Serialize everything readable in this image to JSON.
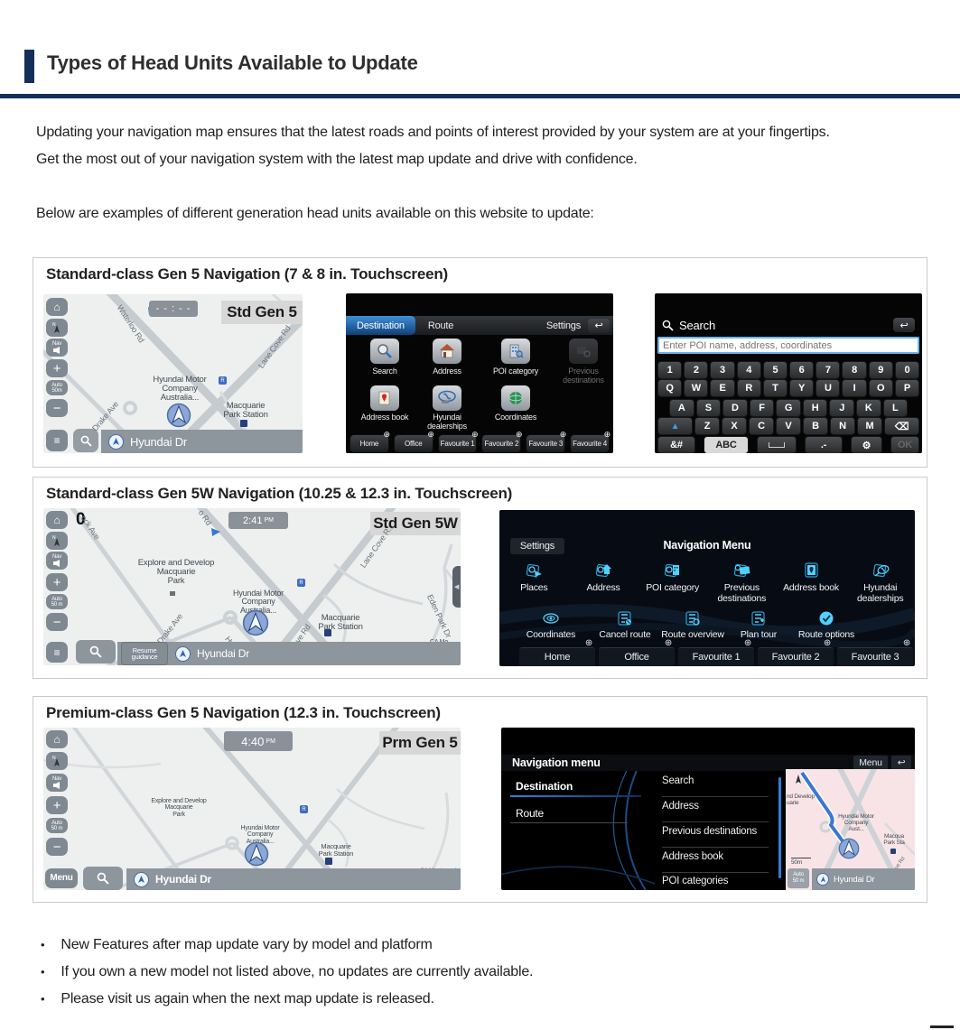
{
  "header": {
    "title": "Types of Head Units Available to Update"
  },
  "intro": {
    "line1": "Updating your navigation map ensures that the latest roads and points of interest provided by your system are at your fingertips.",
    "line2": "Get the most out of your navigation system with the latest map update and drive with confidence.",
    "line3": "Below are examples of different generation head units available on this website to update:"
  },
  "bullets": [
    "New Features after map update vary by model and platform",
    "If you own a new model not listed above, no updates are currently available.",
    "Please visit us again when the next map update is released."
  ],
  "colors": {
    "navy": "#14305a",
    "badge_bg": "#d7d7d7",
    "map_bar": "#8d959d",
    "active_tab_blue": "#1f6cb5",
    "gen5w_icon_cyan": "#3fc9f5",
    "mini_map_pink": "#f8e4e6"
  },
  "s1": {
    "title": "Standard-class Gen 5 Navigation (7 & 8 in. Touchscreen)",
    "map": {
      "time": "- - : - -",
      "badge": "Std Gen 5",
      "nav": "Nav",
      "auto": "Auto\n50m",
      "road_waterloo": "Waterloo Rd",
      "road_lanecove": "Lane Cove Rd",
      "road_drake": "Drake Ave",
      "poi_hyundai": "Hyundai Motor\nCompany\nAustralia...",
      "poi_station": "Macquarie\nPark Station",
      "rail_badge": "R",
      "bottom": "Hyundai Dr"
    },
    "menu": {
      "tab_destination": "Destination",
      "tab_route": "Route",
      "settings": "Settings",
      "item_search": "Search",
      "item_address": "Address",
      "item_poi": "POI category",
      "item_previous": "Previous\ndestinations",
      "item_addressbook": "Address book",
      "item_dealerships": "Hyundai\ndealerships",
      "item_coordinates": "Coordinates",
      "favorites": [
        "Home",
        "Office",
        "Favourite 1",
        "Favourite 2",
        "Favourite 3",
        "Favourite 4"
      ]
    },
    "search": {
      "title": "Search",
      "placeholder": "Enter POI name, address, coordinates",
      "keys_row1": [
        "1",
        "2",
        "3",
        "4",
        "5",
        "6",
        "7",
        "8",
        "9",
        "0"
      ],
      "keys_row2": [
        "Q",
        "W",
        "E",
        "R",
        "T",
        "Y",
        "U",
        "I",
        "O",
        "P"
      ],
      "keys_row3": [
        "A",
        "S",
        "D",
        "F",
        "G",
        "H",
        "J",
        "K",
        "L"
      ],
      "keys_row4": [
        "Z",
        "X",
        "C",
        "V",
        "B",
        "N",
        "M"
      ],
      "key_sym": "&#",
      "key_abc": "ABC",
      "key_dot": ".-",
      "key_ok": "OK"
    }
  },
  "s2": {
    "title": "Standard-class Gen 5W Navigation (10.25 & 12.3 in. Touchscreen)",
    "map": {
      "zoom_level": "0",
      "time": "2:41",
      "ampm": "PM",
      "badge": "Std Gen 5W",
      "nav": "Nav",
      "auto": "Auto\n50 m",
      "resume": "Resume\nguidance",
      "bottom": "Hyundai Dr",
      "road_mock": "ock Ave",
      "road_rd": "o Rd",
      "road_lanecove1": "Lane Cove R...",
      "road_lanecove2": "Lane Cove Rd",
      "road_drake": "Drake Ave",
      "road_hyundaidr": "Hyundai Dr",
      "road_eden": "Eden Park Dr",
      "poi_explore": "Explore and Develop\nMacquarie\nPark",
      "poi_hyundai": "Hyundai Motor\nCompany\nAustralia...",
      "poi_station": "Macquarie\nPark Station",
      "poi_ca": "CA Mo...\nChild...\nCen...",
      "rail_badge": "R"
    },
    "menu": {
      "settings": "Settings",
      "title": "Navigation Menu",
      "row1": [
        "Places",
        "Address",
        "POI category",
        "Previous\ndestinations",
        "Address book",
        "Hyundai\ndealerships"
      ],
      "row2": [
        "Coordinates",
        "Cancel route",
        "Route overview",
        "Plan tour",
        "Route options"
      ],
      "favorites": [
        "Home",
        "Office",
        "Favourite 1",
        "Favourite 2",
        "Favourite 3"
      ]
    }
  },
  "s3": {
    "title": "Premium-class Gen 5 Navigation (12.3 in. Touchscreen)",
    "map": {
      "time": "4:40",
      "ampm": "PM",
      "badge": "Prm Gen 5",
      "menu": "Menu",
      "nav": "Nav",
      "auto": "Auto\n50 m",
      "bottom": "Hyundai Dr",
      "poi_explore": "Explore and Develop\nMacquarie\nPark",
      "poi_hyundai": "Hyundai Motor\nCompany\nAustralia...",
      "poi_station": "Macquarie\nPark Station",
      "poi_ca": "CA Montessori\nChildren's\nCentre",
      "rail_badge": "R"
    },
    "menu": {
      "title": "Navigation menu",
      "menu_btn": "Menu",
      "dest": "Destination",
      "route": "Route",
      "list": [
        "Search",
        "Address",
        "Previous destinations",
        "Address book",
        "POI categories"
      ],
      "mini": {
        "develop": "nd Develop\nuarie",
        "hyundai": "Hyundai Motor\nCompany\nAust...",
        "station": "Macqua\nPark Sta",
        "lanecove": "Lane Cove Rd",
        "scale": "50m",
        "auto": "Auto\n50 m",
        "bottom": "Hyundai Dr"
      }
    }
  }
}
